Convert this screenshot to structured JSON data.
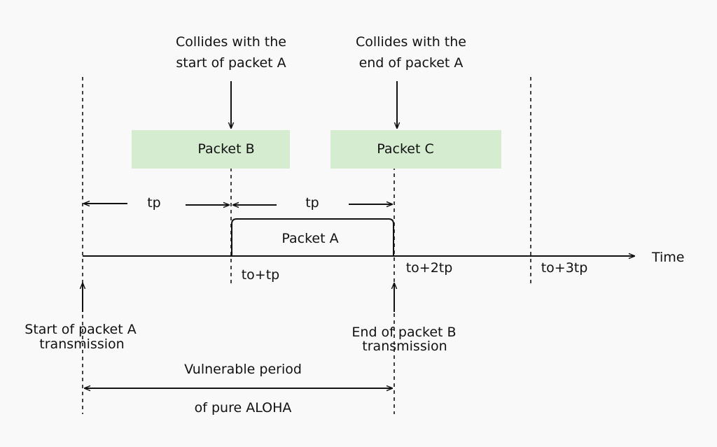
{
  "colors": {
    "background": "#f9f9f9",
    "packet_box": "#d5ecd1",
    "stroke": "#111111"
  },
  "annotations": {
    "collides_start": [
      "Collides with the",
      "start of packet A"
    ],
    "collides_end": [
      "Collides with the",
      "end of packet A"
    ]
  },
  "packets": {
    "packet_b": "Packet B",
    "packet_c": "Packet C",
    "packet_a": "Packet A"
  },
  "intervals": {
    "tp_first": "tp",
    "tp_second": "tp"
  },
  "axis": {
    "label": "Time",
    "ticks": [
      "to+tp",
      "to+2tp",
      "to+3tp"
    ]
  },
  "markers": {
    "start_a": [
      "Start of packet A",
      "transmission"
    ],
    "end_b": [
      "End of packet B",
      "transmission"
    ]
  },
  "vulnerable": {
    "line1": "Vulnerable period",
    "line2": "of pure ALOHA"
  },
  "icons": {
    "arrow": "arrow-icon"
  }
}
